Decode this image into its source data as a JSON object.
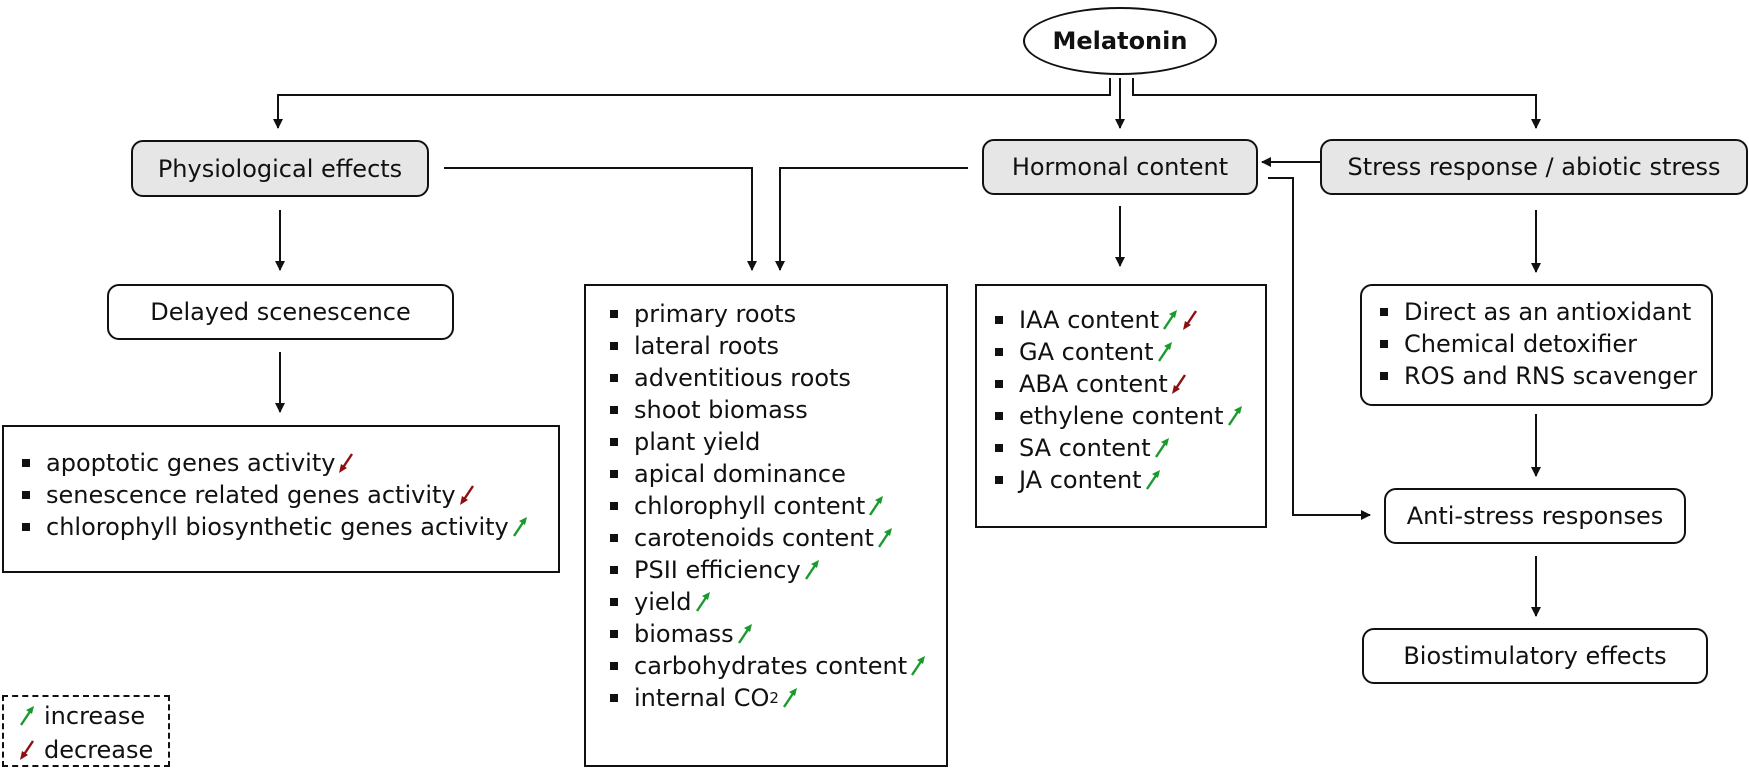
{
  "root": {
    "label": "Melatonin"
  },
  "categories": {
    "physiological": "Physiological effects",
    "hormonal": "Hormonal content",
    "stress": "Stress response / abiotic stress"
  },
  "delayed": {
    "label": "Delayed scenescence"
  },
  "genes": {
    "items": [
      {
        "text": "apoptotic genes activity",
        "trend": "decrease"
      },
      {
        "text": "senescence related genes activity",
        "trend": "decrease"
      },
      {
        "text": "chlorophyll biosynthetic genes activity",
        "trend": "increase"
      }
    ]
  },
  "growth": {
    "items": [
      {
        "text": "primary roots",
        "trend": ""
      },
      {
        "text": "lateral roots",
        "trend": ""
      },
      {
        "text": "adventitious roots",
        "trend": ""
      },
      {
        "text": "shoot biomass",
        "trend": ""
      },
      {
        "text": "plant yield",
        "trend": ""
      },
      {
        "text": "apical dominance",
        "trend": ""
      },
      {
        "text": "chlorophyll content",
        "trend": "increase"
      },
      {
        "text": "carotenoids content",
        "trend": "increase"
      },
      {
        "text": "PSII efficiency",
        "trend": "increase"
      },
      {
        "text": "yield",
        "trend": "increase"
      },
      {
        "text": "biomass",
        "trend": "increase"
      },
      {
        "text": "carbohydrates content",
        "trend": "increase"
      },
      {
        "text": "internal CO",
        "sub": "2",
        "trend": "increase"
      }
    ]
  },
  "hormones": {
    "items": [
      {
        "text": "IAA content",
        "trend": "both"
      },
      {
        "text": "GA content",
        "trend": "increase"
      },
      {
        "text": "ABA content",
        "trend": "decrease"
      },
      {
        "text": "ethylene content",
        "trend": "increase"
      },
      {
        "text": "SA content",
        "trend": "increase"
      },
      {
        "text": "JA content",
        "trend": "increase"
      }
    ]
  },
  "antioxidant": {
    "items": [
      {
        "text": "Direct as an antioxidant"
      },
      {
        "text": "Chemical detoxifier"
      },
      {
        "text": "ROS and RNS scavenger"
      }
    ]
  },
  "anti_stress": {
    "label": "Anti-stress responses"
  },
  "biostim": {
    "label": "Biostimulatory effects"
  },
  "legend": {
    "increase": "increase",
    "decrease": "decrease"
  },
  "colors": {
    "increase": "#1a9a2e",
    "decrease": "#8b1010",
    "box_fill": "#e6e6e6",
    "line": "#111111"
  }
}
